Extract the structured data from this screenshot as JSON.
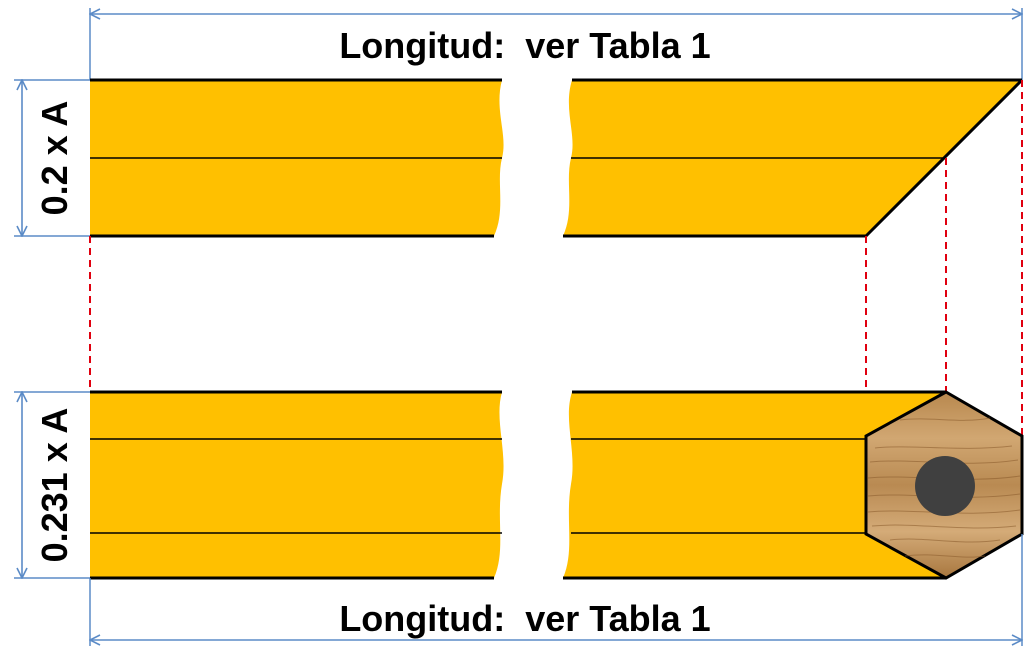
{
  "labels": {
    "top_length": "Longitud:  ver Tabla 1",
    "bottom_length": "Longitud:  ver Tabla 1",
    "top_width": "0.2 x A",
    "bottom_width": "0.231 x A"
  },
  "colors": {
    "pencil_body": "#FFC000",
    "outline": "#000000",
    "dimension_line": "#5B8BC7",
    "projection_line": "#E0000F",
    "wood_light": "#C59A62",
    "wood_dark": "#9C6C37",
    "lead": "#404040"
  }
}
